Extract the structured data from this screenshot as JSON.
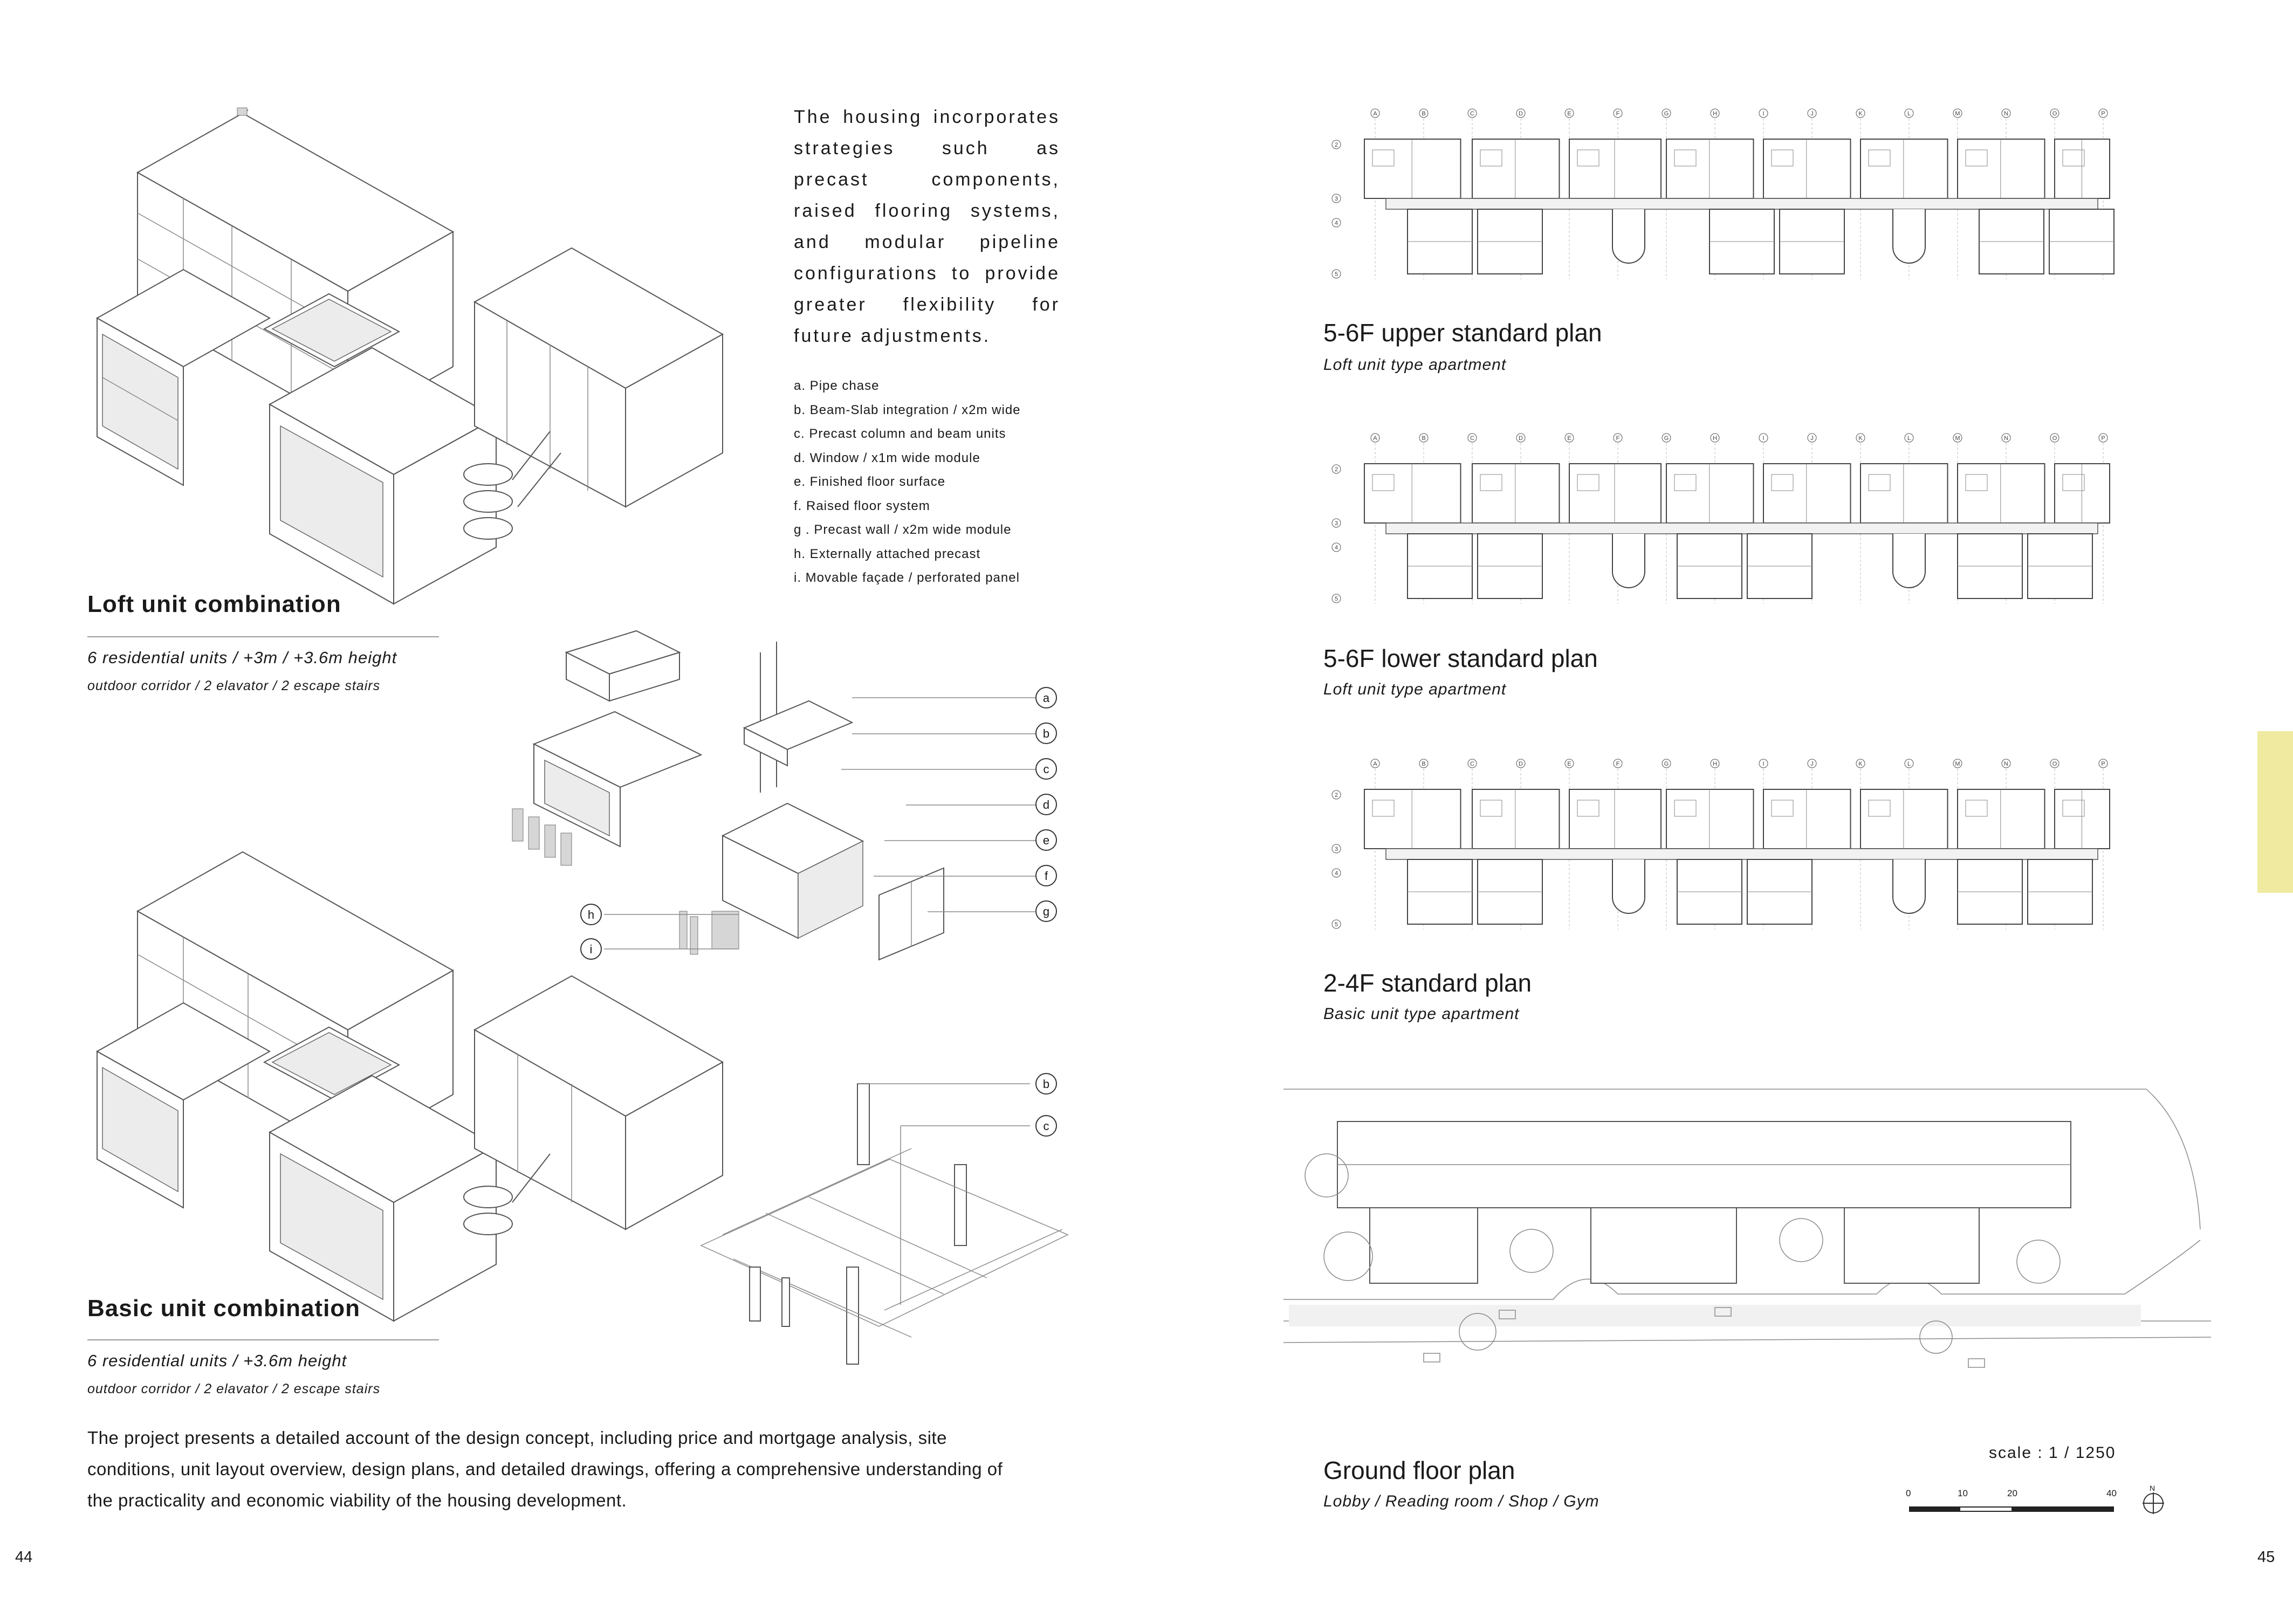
{
  "left_page": {
    "intro_text": "The housing incorporates strategies such as precast components, raised flooring systems, and modular pipeline configurations to provide greater flexibility for future adjustments.",
    "legend": [
      "a.  Pipe chase",
      "b.  Beam-Slab integration / x2m wide",
      "c.  Precast column and beam units",
      "d.  Window / x1m wide module",
      "e.  Finished floor surface",
      "f.  Raised floor system",
      "g .  Precast wall / x2m wide module",
      "h.  Externally attached precast",
      "i.  Movable façade / perforated panel"
    ],
    "loft": {
      "title": "Loft unit combination",
      "subtitle": "6 residential units / +3m / +3.6m height",
      "note": "outdoor corridor / 2 elavator / 2 escape stairs"
    },
    "basic": {
      "title": "Basic unit combination",
      "subtitle": "6 residential units / +3.6m height",
      "note": "outdoor corridor / 2 elavator / 2 escape stairs"
    },
    "callouts_upper": [
      "a",
      "b",
      "c",
      "d",
      "e",
      "f",
      "g"
    ],
    "callouts_lower_left": [
      "h",
      "i"
    ],
    "callouts_column": [
      "b",
      "c"
    ],
    "description": "The project presents a detailed account of the design concept, including price and mortgage analysis, site conditions, unit layout overview, design plans, and detailed drawings, offering a comprehensive understanding of the practicality and economic viability of the housing development.",
    "page_number": "44"
  },
  "right_page": {
    "plans": [
      {
        "title": "5-6F upper standard plan",
        "subtitle": "Loft unit type apartment"
      },
      {
        "title": "5-6F lower standard plan",
        "subtitle": "Loft unit type apartment"
      },
      {
        "title": "2-4F standard plan",
        "subtitle": "Basic unit type apartment"
      },
      {
        "title": "Ground floor plan",
        "subtitle": "Lobby / Reading room / Shop / Gym"
      }
    ],
    "grid_letters": [
      "A",
      "B",
      "C",
      "D",
      "E",
      "F",
      "G",
      "H",
      "I",
      "J",
      "K",
      "L",
      "M",
      "N",
      "O",
      "P"
    ],
    "grid_numbers": [
      "2",
      "3",
      "4",
      "5"
    ],
    "scale_label": "scale : 1 / 1250",
    "scale_ticks": [
      "0",
      "10",
      "20",
      "40"
    ],
    "north_label": "N",
    "page_number": "45",
    "accent_tab_color": "#efeaa0"
  }
}
